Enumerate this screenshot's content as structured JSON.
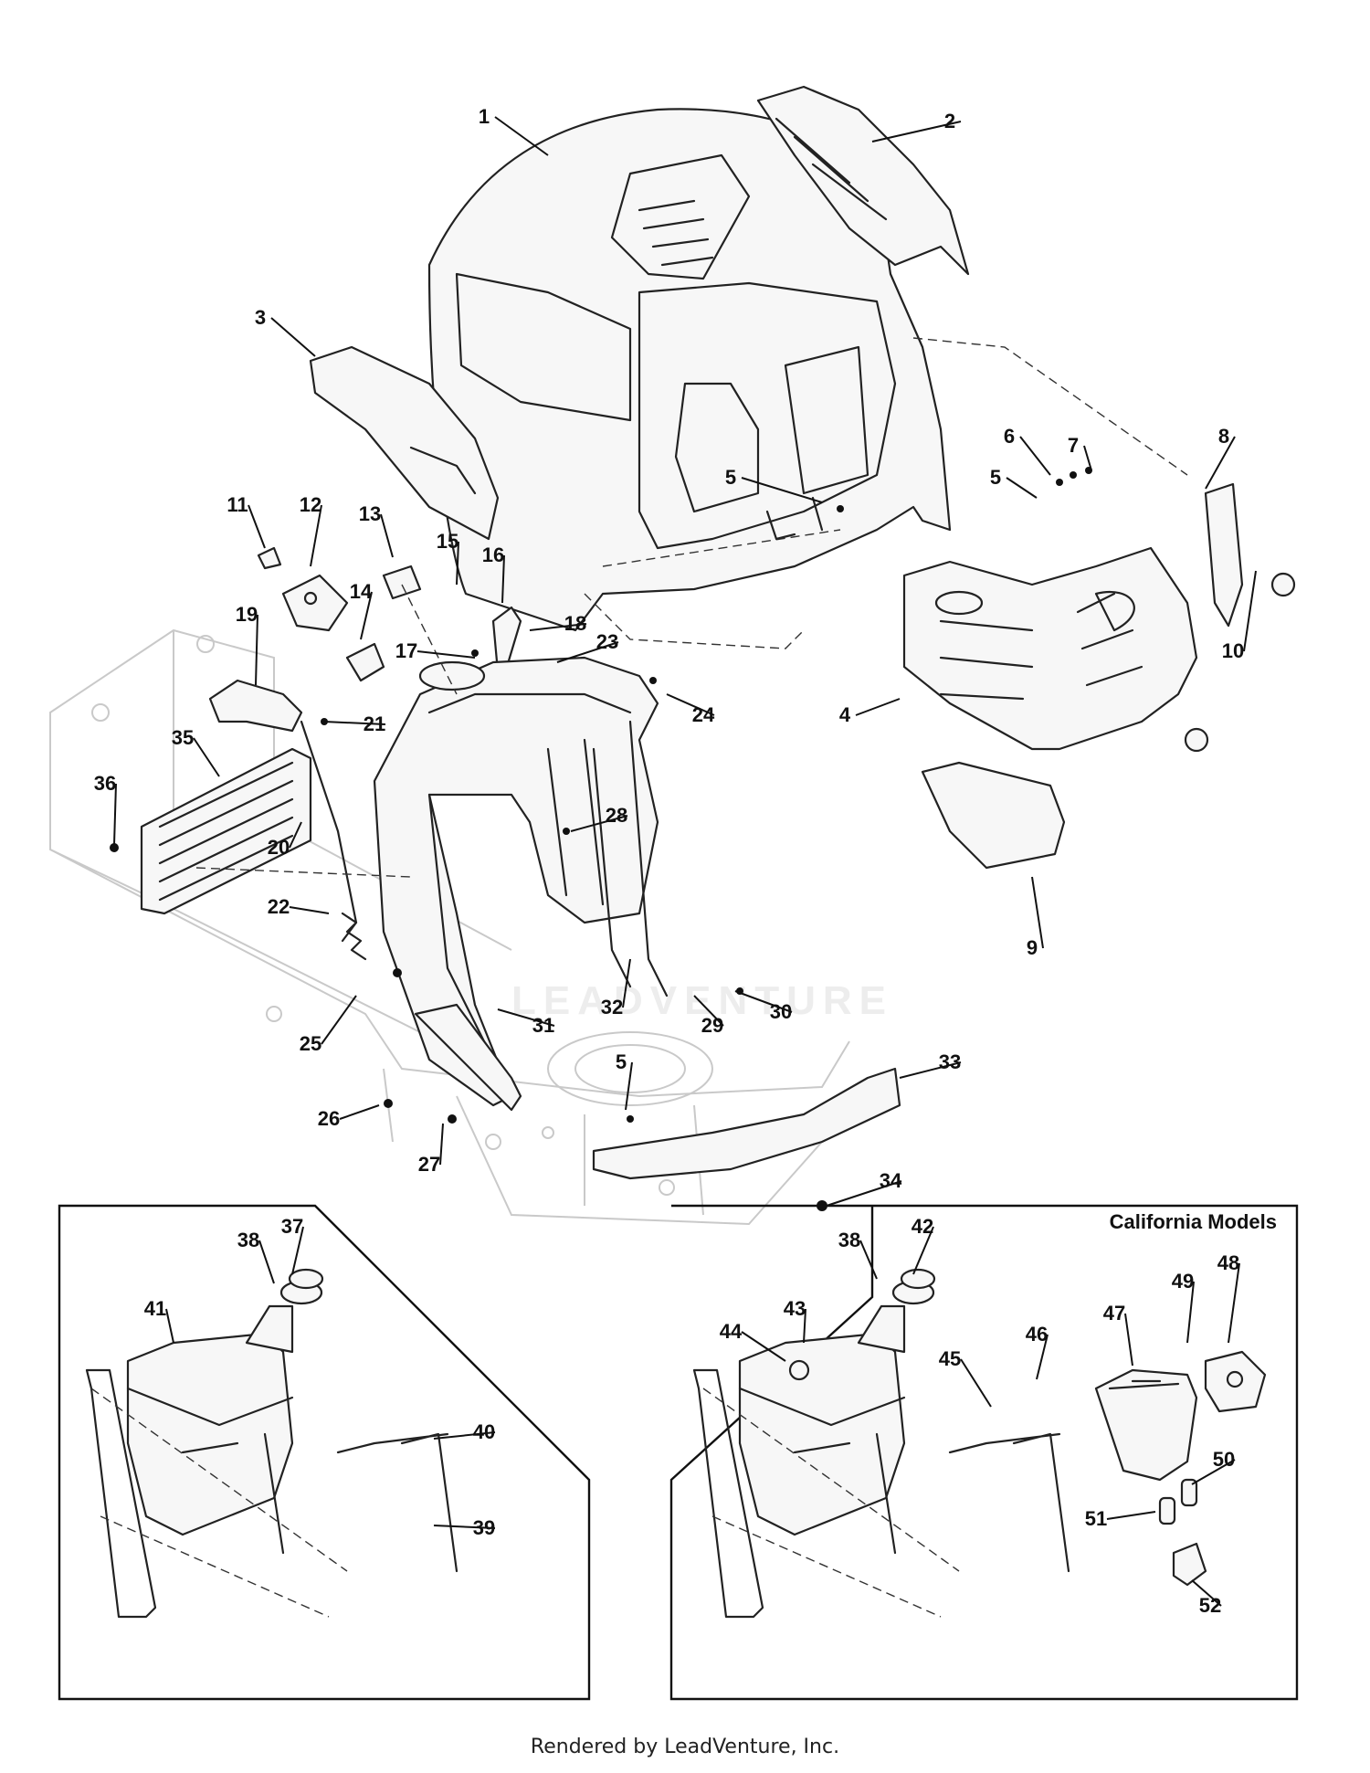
{
  "diagram": {
    "watermark": "LEADVENTURE",
    "california_heading": "California Models",
    "footer": "Rendered by LeadVenture, Inc.",
    "callouts": [
      {
        "id": "c1",
        "label": "1"
      },
      {
        "id": "c2",
        "label": "2"
      },
      {
        "id": "c3",
        "label": "3"
      },
      {
        "id": "c4",
        "label": "4"
      },
      {
        "id": "c5a",
        "label": "5"
      },
      {
        "id": "c5b",
        "label": "5"
      },
      {
        "id": "c5c",
        "label": "5"
      },
      {
        "id": "c6",
        "label": "6"
      },
      {
        "id": "c7",
        "label": "7"
      },
      {
        "id": "c8",
        "label": "8"
      },
      {
        "id": "c9",
        "label": "9"
      },
      {
        "id": "c10",
        "label": "10"
      },
      {
        "id": "c11",
        "label": "11"
      },
      {
        "id": "c12",
        "label": "12"
      },
      {
        "id": "c13",
        "label": "13"
      },
      {
        "id": "c14",
        "label": "14"
      },
      {
        "id": "c15",
        "label": "15"
      },
      {
        "id": "c16",
        "label": "16"
      },
      {
        "id": "c17",
        "label": "17"
      },
      {
        "id": "c18",
        "label": "18"
      },
      {
        "id": "c19",
        "label": "19"
      },
      {
        "id": "c20",
        "label": "20"
      },
      {
        "id": "c21",
        "label": "21"
      },
      {
        "id": "c22",
        "label": "22"
      },
      {
        "id": "c23",
        "label": "23"
      },
      {
        "id": "c24",
        "label": "24"
      },
      {
        "id": "c25",
        "label": "25"
      },
      {
        "id": "c26",
        "label": "26"
      },
      {
        "id": "c27",
        "label": "27"
      },
      {
        "id": "c28",
        "label": "28"
      },
      {
        "id": "c29",
        "label": "29"
      },
      {
        "id": "c30",
        "label": "30"
      },
      {
        "id": "c31",
        "label": "31"
      },
      {
        "id": "c32",
        "label": "32"
      },
      {
        "id": "c33",
        "label": "33"
      },
      {
        "id": "c34",
        "label": "34"
      },
      {
        "id": "c35",
        "label": "35"
      },
      {
        "id": "c36",
        "label": "36"
      },
      {
        "id": "c37",
        "label": "37"
      },
      {
        "id": "c38a",
        "label": "38"
      },
      {
        "id": "c39",
        "label": "39"
      },
      {
        "id": "c40",
        "label": "40"
      },
      {
        "id": "c41",
        "label": "41"
      },
      {
        "id": "c38b",
        "label": "38"
      },
      {
        "id": "c42",
        "label": "42"
      },
      {
        "id": "c43",
        "label": "43"
      },
      {
        "id": "c44",
        "label": "44"
      },
      {
        "id": "c45",
        "label": "45"
      },
      {
        "id": "c46",
        "label": "46"
      },
      {
        "id": "c47",
        "label": "47"
      },
      {
        "id": "c48",
        "label": "48"
      },
      {
        "id": "c49",
        "label": "49"
      },
      {
        "id": "c50",
        "label": "50"
      },
      {
        "id": "c51",
        "label": "51"
      },
      {
        "id": "c52",
        "label": "52"
      }
    ]
  }
}
